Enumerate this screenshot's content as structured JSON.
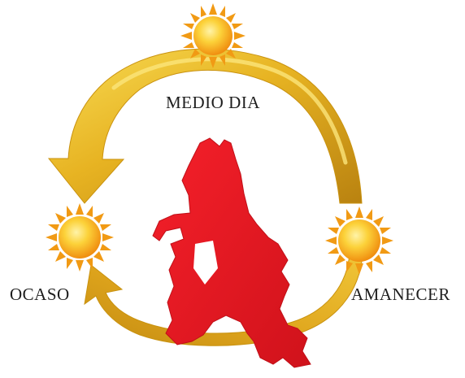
{
  "diagram": {
    "labels": {
      "noon": "MEDIO DIA",
      "sunset": "OCASO",
      "sunrise": "AMANECER"
    },
    "icons": {
      "sun": "sun-icon",
      "cycle_arrow": "curved-arrow-icon",
      "region_map": "region-silhouette"
    },
    "colors": {
      "arrow_gold": "#e0a81a",
      "arrow_light": "#f6d34a",
      "arrow_dark": "#b57e0c",
      "sun_core": "#fbd23a",
      "sun_ray": "#f29a14",
      "region_red": "#ed1c24",
      "label_text": "#1e1e1e"
    }
  }
}
